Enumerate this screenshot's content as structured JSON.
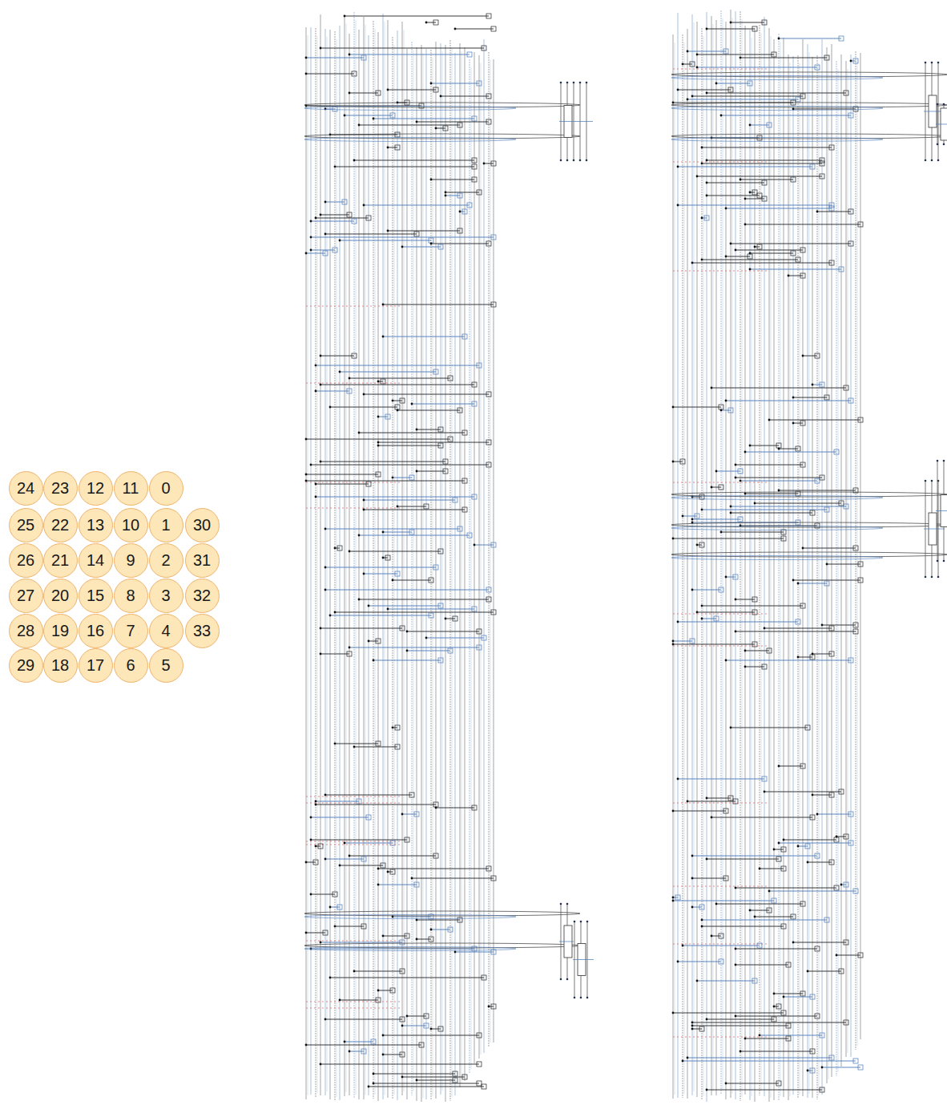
{
  "diagram": {
    "nodes": [
      {
        "text": [
          "24"
        ]
      },
      {
        "text": [
          "23"
        ]
      },
      {
        "text": [
          "12"
        ]
      },
      {
        "text": [
          "11"
        ]
      },
      {
        "text": [
          "0"
        ]
      },
      {
        "text": [
          "25"
        ]
      },
      {
        "text": [
          "22"
        ]
      },
      {
        "text": [
          "13"
        ]
      },
      {
        "text": [
          "10"
        ]
      },
      {
        "text": [
          "1"
        ]
      },
      {
        "text": [
          "30"
        ]
      },
      {
        "text": [
          "26"
        ]
      },
      {
        "text": [
          "21"
        ]
      },
      {
        "text": [
          "14"
        ]
      },
      {
        "text": [
          "9"
        ]
      },
      {
        "text": [
          "2"
        ]
      },
      {
        "text": [
          "31"
        ]
      },
      {
        "text": [
          "27"
        ]
      },
      {
        "text": [
          "20"
        ]
      },
      {
        "text": [
          "15"
        ]
      },
      {
        "text": [
          "8"
        ]
      },
      {
        "text": [
          "3"
        ]
      },
      {
        "text": [
          "32"
        ]
      },
      {
        "text": [
          "28"
        ]
      },
      {
        "text": [
          "19"
        ]
      },
      {
        "text": [
          "16"
        ]
      },
      {
        "text": [
          "7"
        ]
      },
      {
        "text": [
          "4"
        ]
      },
      {
        "text": [
          "33"
        ]
      },
      {
        "text": [
          "29"
        ]
      },
      {
        "text": [
          "18"
        ]
      },
      {
        "text": [
          "17"
        ]
      },
      {
        "text": [
          "6"
        ]
      },
      {
        "text": [
          "5"
        ]
      }
    ]
  }
}
